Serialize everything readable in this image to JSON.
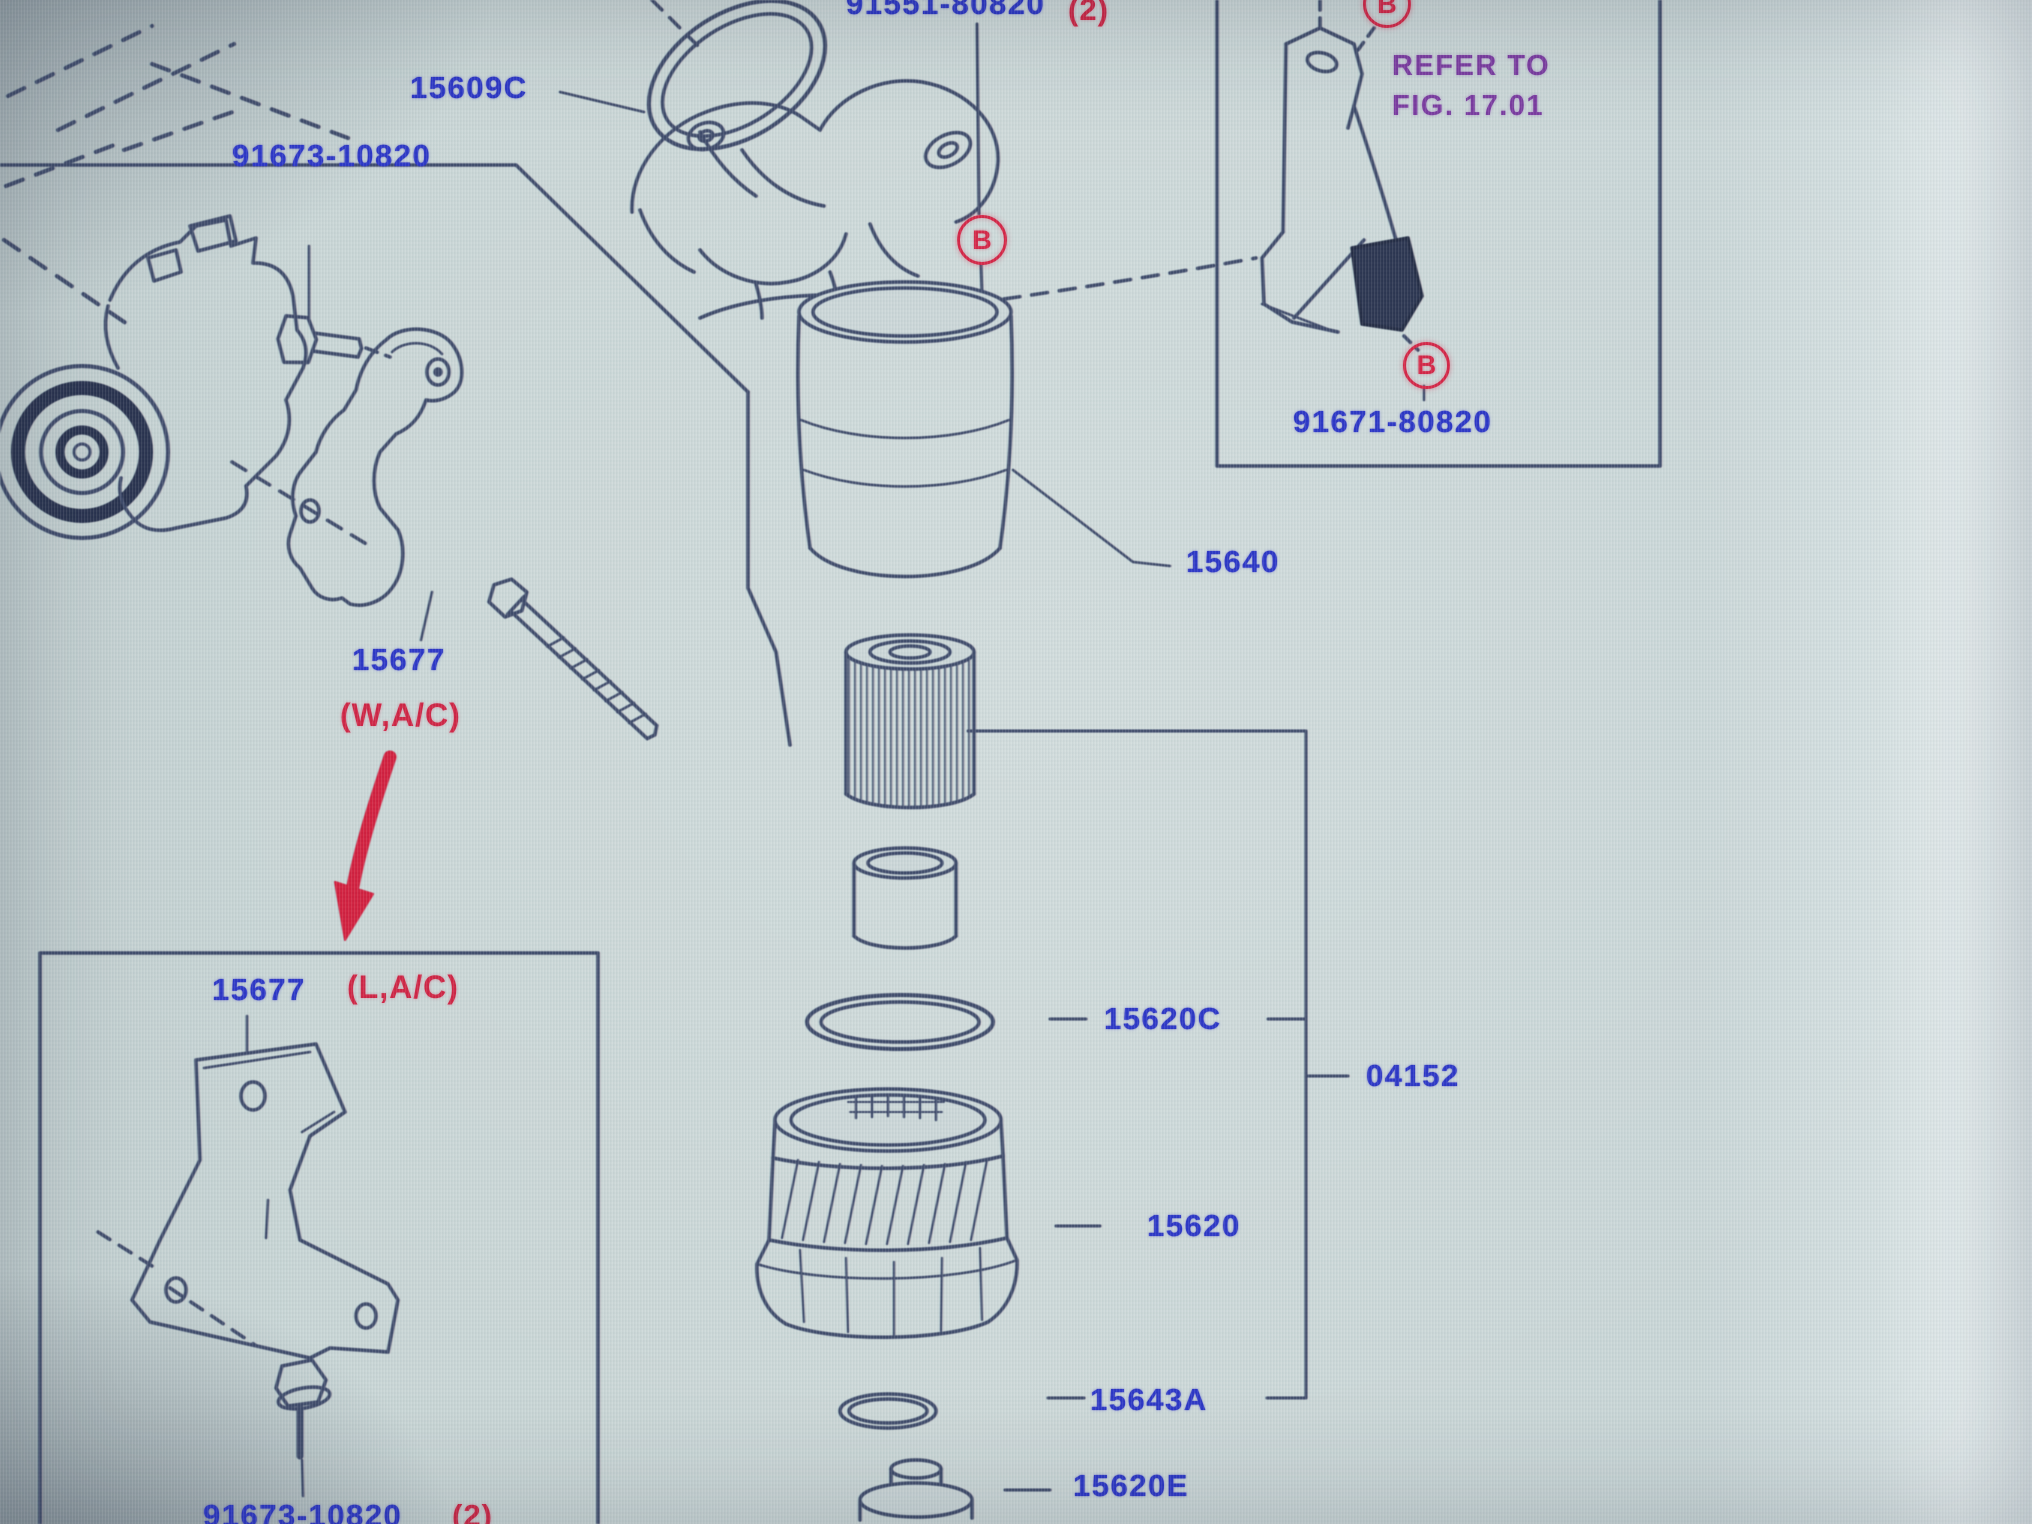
{
  "figure_type": "parts-catalog-exploded-diagram",
  "colors": {
    "background": "#c9d6d6",
    "line": "#3e4a6a",
    "part_number": "#2a35c6",
    "quantity_red": "#cf2343",
    "note_purple": "#7a3aa0",
    "callout_red": "#d42445"
  },
  "parts": {
    "union_bolt_top": {
      "number": "91551-80820",
      "qty": "(2)"
    },
    "oring_large": {
      "number": "15609C"
    },
    "compressor_bolt": {
      "number": "91673-10820"
    },
    "refer_note": {
      "line1": "REFER TO",
      "line2": "FIG. 17.01"
    },
    "sensor_bolt": {
      "number": "91671-80820"
    },
    "oil_filter": {
      "number": "15640"
    },
    "bracket_wac": {
      "number": "15677",
      "variant": "(W,A/C)"
    },
    "bracket_lac": {
      "number": "15677",
      "variant": "(L,A/C)"
    },
    "cap_oring": {
      "number": "15620C"
    },
    "filter_kit": {
      "number": "04152"
    },
    "filter_cap": {
      "number": "15620"
    },
    "small_oring": {
      "number": "15643A"
    },
    "cap_plug": {
      "number": "15620E"
    },
    "bracket_bolt_bottom": {
      "number": "91673-10820",
      "qty": "(2)"
    },
    "callout_letter": "B"
  }
}
